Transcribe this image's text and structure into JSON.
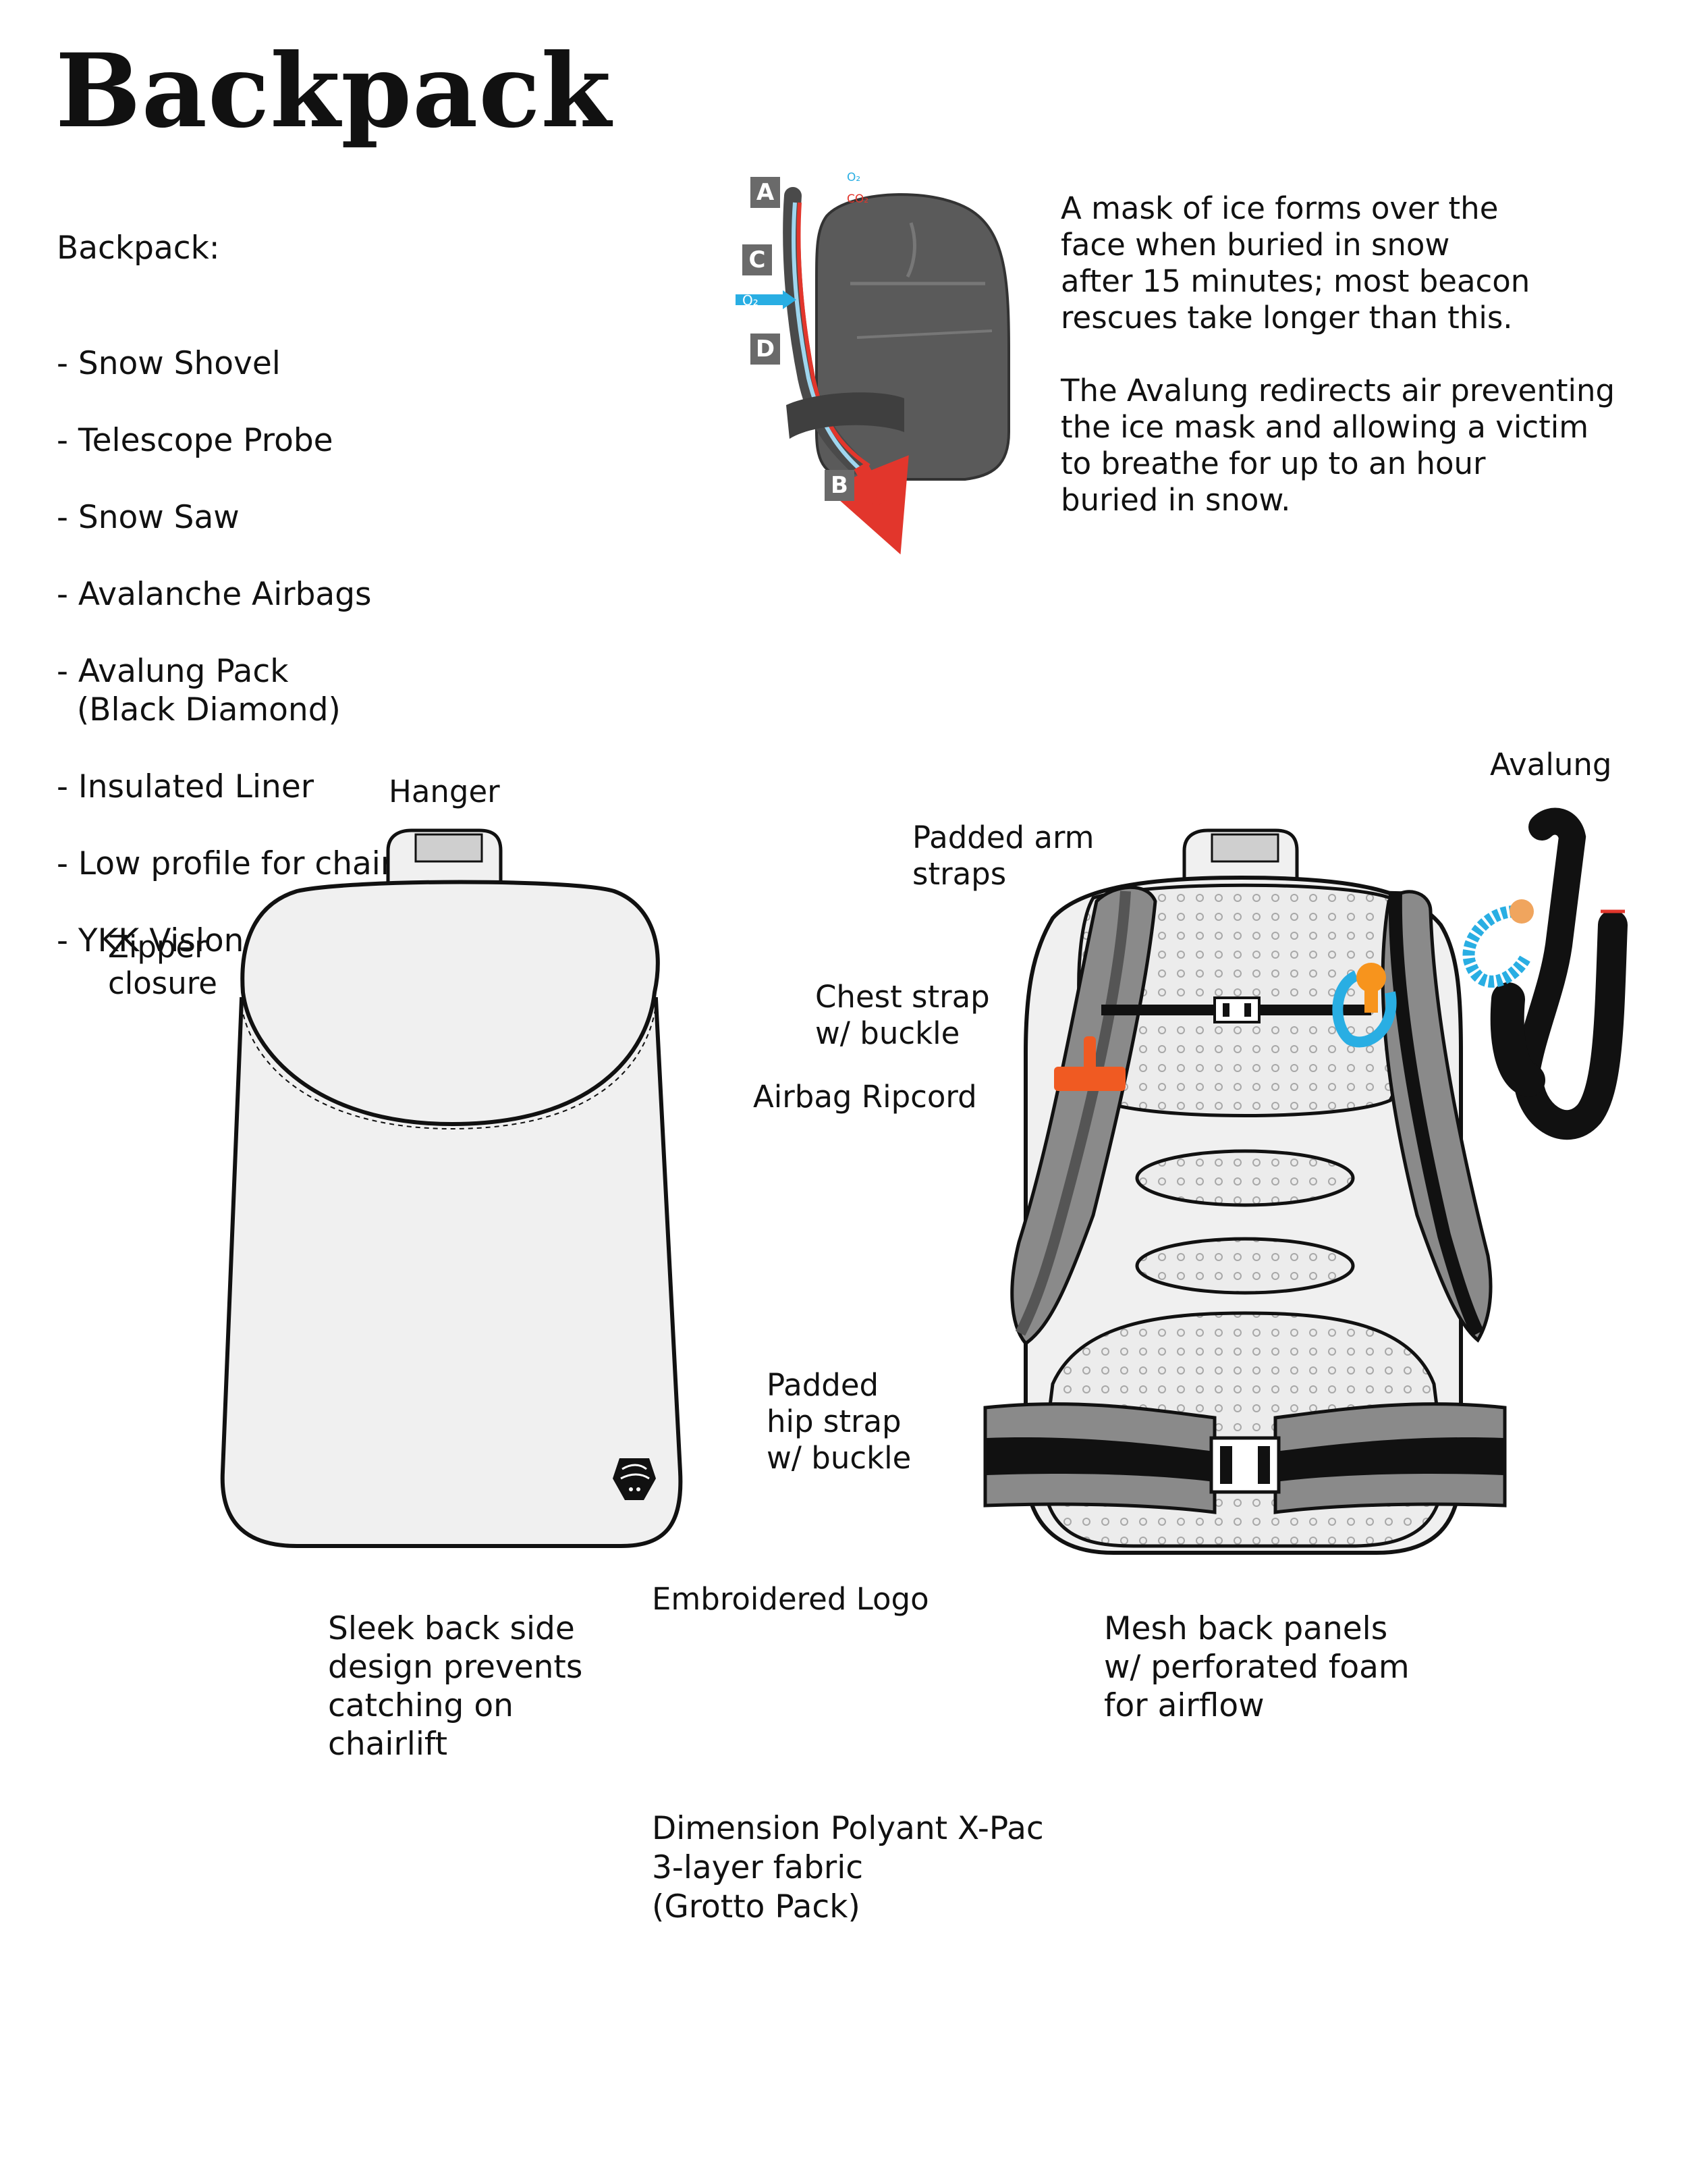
{
  "title": "Backpack",
  "features": {
    "heading": "Backpack:",
    "items": [
      "- Snow Shovel",
      "- Telescope Probe",
      "- Snow Saw",
      "- Avalanche Airbags",
      "- Avalung Pack\n  (Black Diamond)",
      "- Insulated Liner",
      "- Low profile for chairlift",
      "- YKK Vislon AquaGuard Zippers"
    ]
  },
  "avalung_diagram": {
    "markers": [
      "A",
      "C",
      "D",
      "B"
    ],
    "gas_labels": {
      "o2": "O₂",
      "co2": "CO₂"
    }
  },
  "description": {
    "p1": "A mask of ice forms over the\nface when buried in snow\nafter 15 minutes; most beacon\nrescues take longer than this.",
    "p2": "The Avalung redirects air preventing\nthe ice mask and allowing a victim\nto breathe for up to an hour\nburied in snow."
  },
  "labels": {
    "hanger": "Hanger",
    "zipper": "Zipper\nclosure",
    "padded_arm": "Padded arm\nstraps",
    "chest_strap": "Chest strap\nw/ buckle",
    "ripcord": "Airbag Ripcord",
    "hip_strap": "Padded\nhip strap\nw/ buckle",
    "logo": "Embroidered Logo",
    "sleek": "Sleek back side\ndesign prevents\ncatching on\nchairlift",
    "mesh": "Mesh back panels\nw/ perforated foam\nfor airflow",
    "avalung": "Avalung",
    "fabric": "Dimension Polyant X-Pac\n3-layer fabric\n(Grotto Pack)"
  },
  "colors": {
    "ink": "#111111",
    "pack_fill": "#f0f0f0",
    "strap_gray": "#8a8a8a",
    "ripcord_orange": "#f05a22",
    "avalung_blue": "#29aee3",
    "diagram_pack": "#555555",
    "co2_red": "#e2362c"
  }
}
